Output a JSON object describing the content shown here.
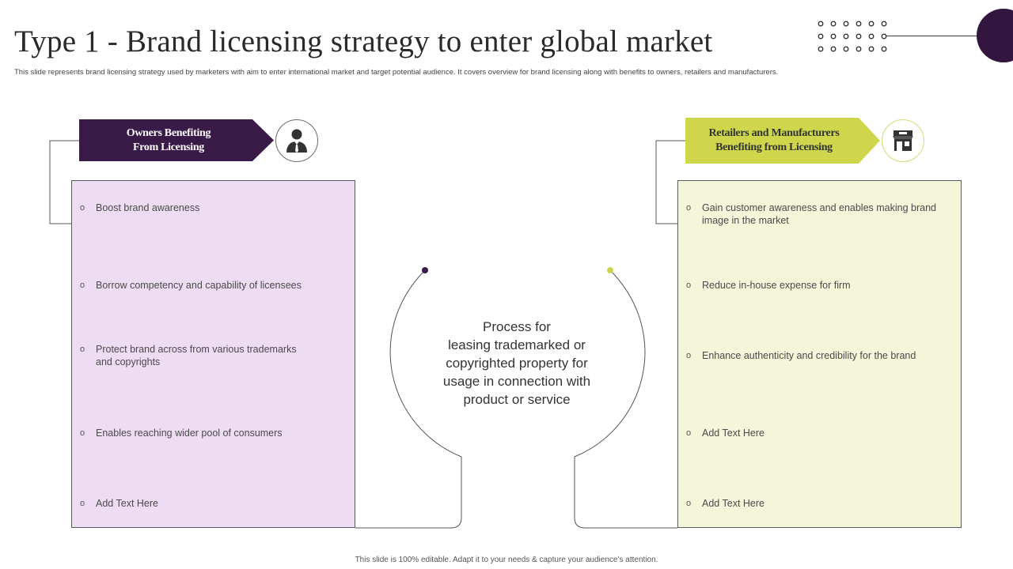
{
  "title": "Type 1 - Brand licensing strategy to enter global market",
  "subtitle": "This slide represents brand licensing strategy used by marketers with aim to enter international market and target potential audience. It covers overview for brand licensing along with benefits to owners, retailers and manufacturers.",
  "left": {
    "banner_line1": "Owners Benefiting",
    "banner_line2": "From Licensing",
    "icon": "businessman-icon",
    "items": [
      {
        "line1": "Boost brand awareness",
        "line2": ""
      },
      {
        "line1": "Borrow competency and capability of licensees",
        "line2": ""
      },
      {
        "line1": "Protect brand across from various trademarks",
        "line2": "and copyrights"
      },
      {
        "line1": "Enables reaching wider pool of consumers",
        "line2": ""
      },
      {
        "line1": "Add Text Here",
        "line2": ""
      }
    ]
  },
  "right": {
    "banner_line1": "Retailers and Manufacturers",
    "banner_line2": "Benefiting from Licensing",
    "icon": "store-icon",
    "items": [
      {
        "line1": "Gain customer awareness and enables making brand",
        "line2": "image in the market"
      },
      {
        "line1": "Reduce in-house expense for firm",
        "line2": ""
      },
      {
        "line1": "Enhance authenticity and credibility for the brand",
        "line2": ""
      },
      {
        "line1": "Add Text Here",
        "line2": ""
      },
      {
        "line1": "Add Text Here",
        "line2": ""
      }
    ]
  },
  "center": {
    "line1": "Process for",
    "line2": "leasing trademarked or",
    "line3": "copyrighted property for",
    "line4": "usage in connection with",
    "line5": "product or service"
  },
  "bullet_symbol": "o",
  "footer": "This slide is 100% editable. Adapt it to your needs & capture your audience’s attention.",
  "colors": {
    "purple_dark": "#3a1a47",
    "purple_light": "#eedcf3",
    "lime": "#cfd64c",
    "lime_light": "#f5f5da"
  }
}
